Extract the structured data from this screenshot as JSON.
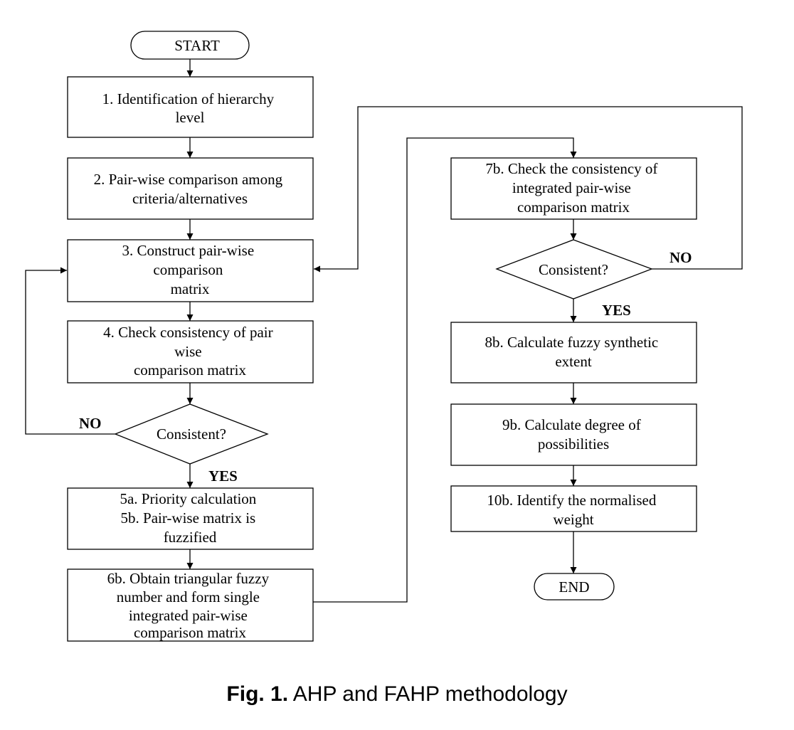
{
  "diagram": {
    "nodes": {
      "start": "START",
      "n1": [
        "1. Identification of hierarchy",
        "level"
      ],
      "n2": [
        "2. Pair-wise comparison among",
        "criteria/alternatives"
      ],
      "n3": [
        "3. Construct pair-wise",
        "comparison",
        "matrix"
      ],
      "n4": [
        "4. Check consistency of pair",
        "wise",
        "comparison matrix"
      ],
      "d1": "Consistent?",
      "n5": [
        "5a. Priority calculation",
        "5b. Pair-wise matrix is",
        "fuzzified"
      ],
      "n6": [
        "6b. Obtain triangular fuzzy",
        "number and form single",
        "integrated pair-wise",
        "comparison matrix"
      ],
      "n7": [
        "7b. Check the consistency of",
        "integrated pair-wise",
        "comparison matrix"
      ],
      "d2": "Consistent?",
      "n8": [
        "8b. Calculate fuzzy synthetic",
        "extent"
      ],
      "n9": [
        "9b. Calculate degree of",
        "possibilities"
      ],
      "n10": [
        "10b. Identify the normalised",
        "weight"
      ],
      "end": "END"
    },
    "labels": {
      "no1": "NO",
      "yes1": "YES",
      "no2": "NO",
      "yes2": "YES"
    }
  },
  "caption": {
    "prefix": "Fig. 1.",
    "text": " AHP and FAHP methodology"
  }
}
